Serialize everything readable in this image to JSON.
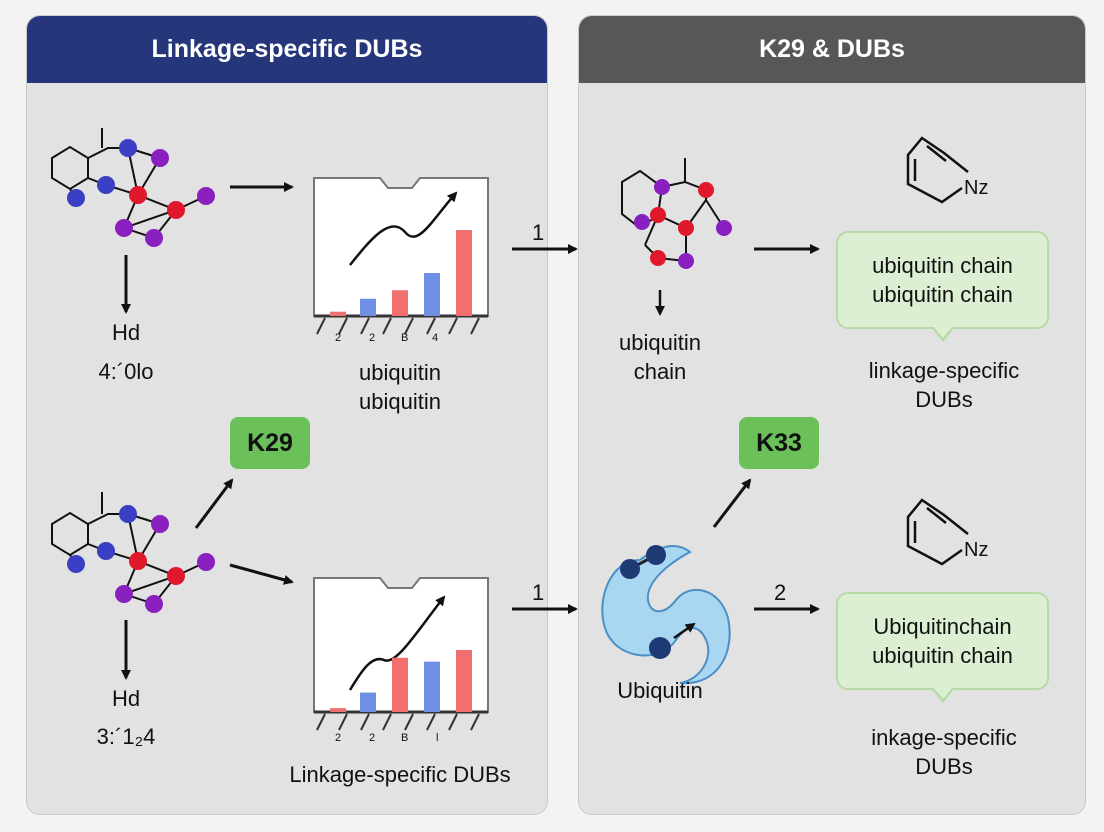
{
  "panels": {
    "left": {
      "title": "Linkage-specific DUBs"
    },
    "right": {
      "title": "K29 & DUBs"
    }
  },
  "left_top": {
    "mol_label_1": "Hd",
    "mol_label_2": "4:´0lo",
    "chart_caption_1": "ubiquitin",
    "chart_caption_2": "ubiquitin",
    "chart_ticks": [
      "2",
      "2",
      "B",
      "4"
    ]
  },
  "left_bottom": {
    "mol_label_1": "Hd",
    "mol_label_2": "3:´1₂4",
    "chart_caption": "Linkage-specific DUBs",
    "chart_ticks": [
      "2",
      "2",
      "B",
      "l"
    ]
  },
  "badges": {
    "k29": "K29",
    "k33": "K33"
  },
  "arrow_labels": {
    "top_1": "1",
    "bottom_1": "1",
    "bottom_2": "2"
  },
  "right_top": {
    "mol_caption_1": "ubiquitin",
    "mol_caption_2": "chain",
    "ring_label": "Nz",
    "callout_line_1": "ubiquitin chain",
    "callout_line_2": "ubiquitin chain",
    "caption_1": "linkage-specific",
    "caption_2": "DUBs"
  },
  "right_bottom": {
    "protein_caption": "Ubiquitin",
    "ring_label": "Nz",
    "callout_line_1": "Ubiquitinchain",
    "callout_line_2": "ubiquitin chain",
    "caption_1": "inkage-specific",
    "caption_2": "DUBs"
  },
  "colors": {
    "header_left": "#26367a",
    "header_right": "#575757",
    "badge": "#6cc05a",
    "callout": "#dcefd2",
    "bar_blue": "#6f8fe6",
    "bar_red": "#f07070",
    "atom_red": "#e0182c",
    "atom_purple": "#8a1fc0",
    "atom_blue": "#3a3fc4"
  },
  "chart_data": [
    {
      "type": "bar",
      "categories": [
        "2",
        "2",
        "B",
        "4"
      ],
      "series": [
        {
          "values": [
            0.5,
            2,
            3,
            5,
            10
          ]
        }
      ]
    },
    {
      "type": "bar",
      "categories": [
        "2",
        "2",
        "B",
        "l"
      ],
      "series": [
        {
          "values": [
            0.5,
            2.5,
            7,
            6.5,
            8
          ]
        }
      ]
    }
  ]
}
